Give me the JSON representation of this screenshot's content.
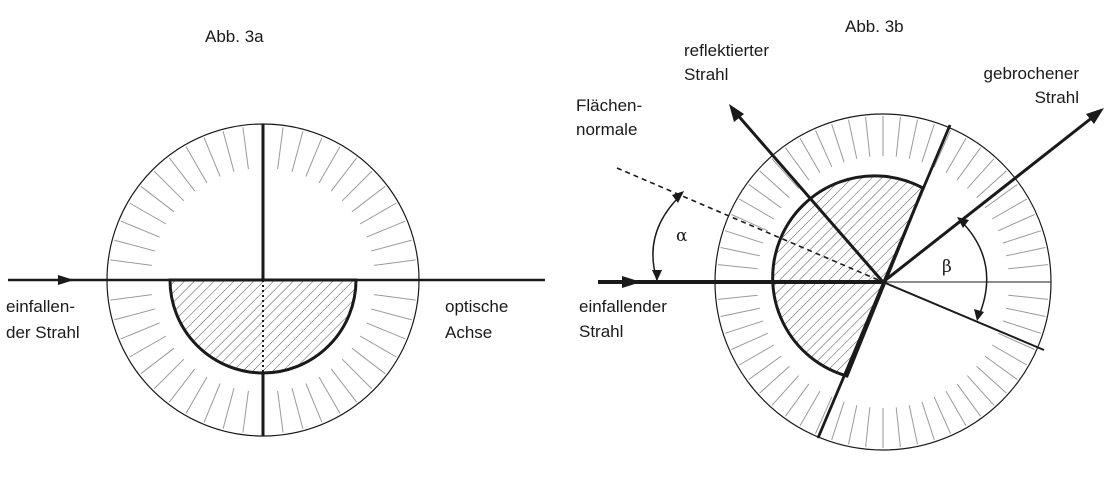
{
  "fig_a": {
    "title": "Abb. 3a",
    "label_incident_1": "einfallen-",
    "label_incident_2": "der Strahl",
    "label_axis_1": "optische",
    "label_axis_2": "Achse"
  },
  "fig_b": {
    "title": "Abb. 3b",
    "label_reflected_1": "reflektierter",
    "label_reflected_2": "Strahl",
    "label_refracted_1": "gebrochener",
    "label_refracted_2": "Strahl",
    "label_normal_1": "Flächen-",
    "label_normal_2": "normale",
    "label_alpha": "α",
    "label_beta": "β",
    "label_incident_1": "einfallender",
    "label_incident_2": "Strahl"
  },
  "colors": {
    "ink": "#1a1a1a",
    "tick": "#9a9a9a",
    "hatch": "#555555"
  }
}
